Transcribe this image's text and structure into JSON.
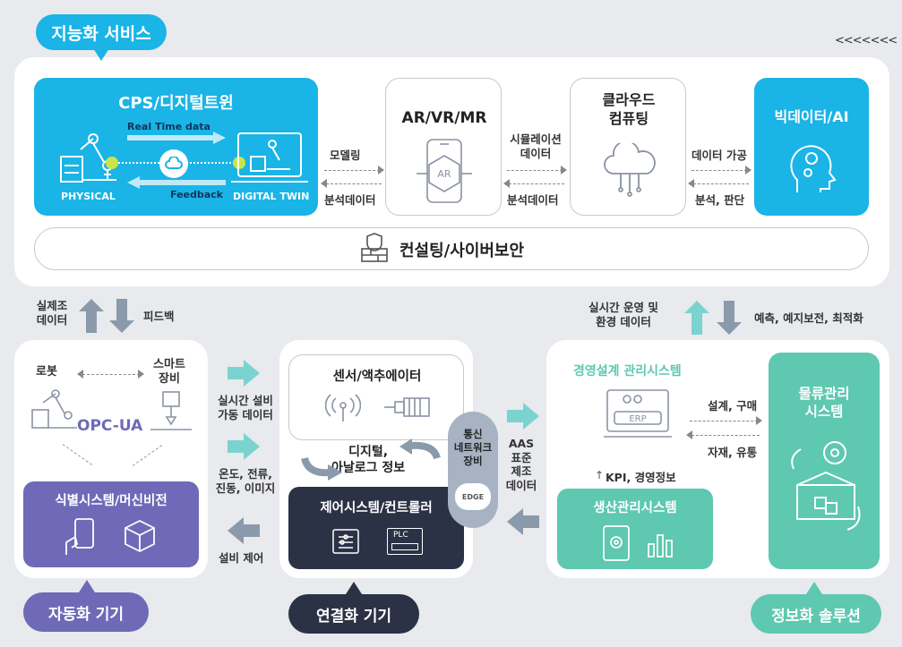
{
  "colors": {
    "cyan": "#1ab4e6",
    "teal": "#5ec8b0",
    "purple": "#6e6ab8",
    "navy": "#2c3245",
    "arrow_teal": "#7bd3d0",
    "arrow_gray": "#7d8a99"
  },
  "header": {
    "service_label": "지능화 서비스",
    "nav_arrows": "<<<<<<<"
  },
  "top": {
    "cps": {
      "title": "CPS/디지털트윈",
      "realtime": "Real Time data",
      "feedback": "Feedback",
      "physical": "PHYSICAL",
      "digital_twin": "DIGITAL TWIN"
    },
    "conn1": {
      "top": "모델링",
      "bottom": "분석데이터"
    },
    "arvr": {
      "title": "AR/VR/MR",
      "icon_text": "AR"
    },
    "conn2": {
      "top": "시뮬레이션\n데이터",
      "bottom": "분석데이터"
    },
    "cloud": {
      "title": "클라우드\n컴퓨팅"
    },
    "conn3": {
      "top": "데이터 가공",
      "bottom": "분석, 판단"
    },
    "bigdata": {
      "title": "빅데이터/AI"
    },
    "security": {
      "title": "컨설팅/사이버보안"
    }
  },
  "between": {
    "left_up": "실제조\n데이터",
    "left_down": "피드백",
    "right_up": "실시간 운영 및\n환경 데이터",
    "right_down": "예측, 예지보전, 최적화"
  },
  "automation": {
    "robot": "로봇",
    "smart": "스마트\n장비",
    "opcua": "OPC-UA",
    "vision": "식별시스템/머신비전",
    "label": "자동화 기기"
  },
  "middle_arrows": {
    "a1": "실시간 설비\n가동 데이터",
    "a2": "온도, 전류,\n진동, 이미지",
    "a3": "설비 제어"
  },
  "connect": {
    "sensor": "센서/액추에이터",
    "digital": "디지털,\n아날로그 정보",
    "control": "제어시스템/컨트롤러",
    "plc": "PLC",
    "network": "통신\n네트워크\n장비",
    "edge": "EDGE",
    "label": "연결화 기기"
  },
  "aas": "AAS\n표준\n제조\n데이터",
  "info": {
    "erp_title": "경영설계 관리시스템",
    "erp_icon": "ERP",
    "kpi": "KPI, 경영정보",
    "design": "설계, 구매",
    "material": "자재, 유통",
    "mes": "생산관리시스템",
    "logistics": "물류관리\n시스템",
    "label": "정보화 솔루션"
  }
}
